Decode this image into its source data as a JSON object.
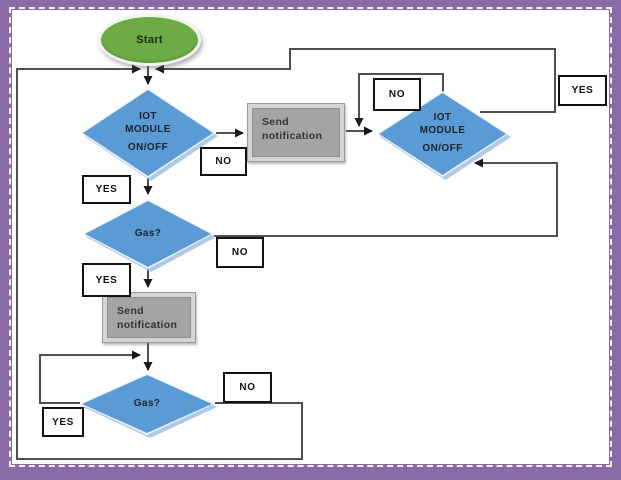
{
  "flowchart": {
    "description": "IoT gas detection flowchart",
    "nodes": {
      "start": {
        "label": "Start"
      },
      "iot_module_left": {
        "line1": "IOT",
        "line2": "MODULE",
        "line3": "ON/OFF"
      },
      "iot_module_right": {
        "line1": "IOT",
        "line2": "MODULE",
        "line3": "ON/OFF"
      },
      "send_notification_1": {
        "line1": "Send",
        "line2": "notification"
      },
      "send_notification_2": {
        "line1": "Send",
        "line2": "notification"
      },
      "gas_check_1": {
        "label": "Gas?"
      },
      "gas_check_2": {
        "label": "Gas?"
      }
    },
    "edge_labels": {
      "iot_left_yes": "YES",
      "iot_left_no": "NO",
      "gas1_yes": "YES",
      "gas1_no": "NO",
      "gas2_yes": "YES",
      "gas2_no": "NO",
      "iot_right_no": "NO",
      "iot_right_yes": "YES"
    },
    "colors": {
      "frame_border": "#8a6ba7",
      "decision_fill": "#5b9bd5",
      "process_fill": "#a4a4a4",
      "terminator_fill": "#6dab47",
      "connector": "#4f4f4f",
      "label_border": "#111111"
    }
  }
}
